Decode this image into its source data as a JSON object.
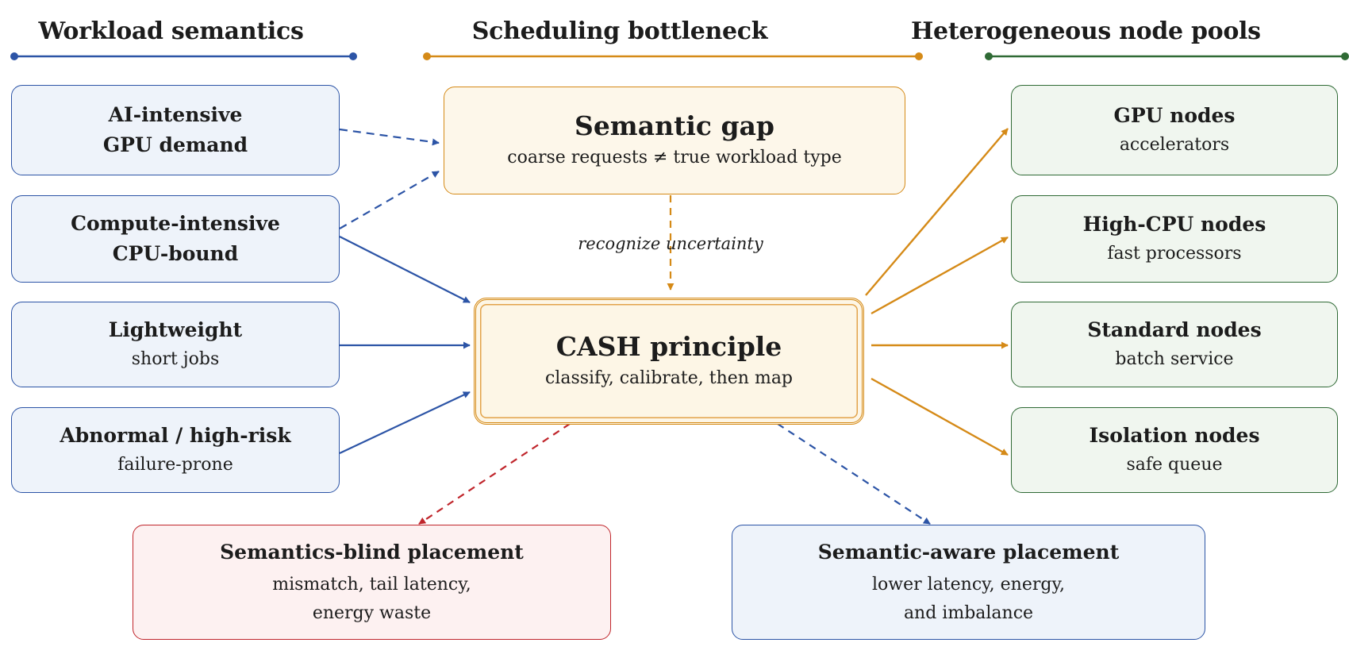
{
  "headings": {
    "left": "Workload semantics",
    "center": "Scheduling bottleneck",
    "right": "Heterogeneous node pools"
  },
  "workloads": [
    {
      "title": "AI-intensive",
      "subtitle": "GPU demand",
      "subtitle_bold": true
    },
    {
      "title": "Compute-intensive",
      "subtitle": "CPU-bound",
      "subtitle_bold": true
    },
    {
      "title": "Lightweight",
      "subtitle": "short jobs",
      "subtitle_bold": false
    },
    {
      "title": "Abnormal / high-risk",
      "subtitle": "failure-prone",
      "subtitle_bold": false
    }
  ],
  "gap": {
    "title": "Semantic gap",
    "subtitle": "coarse requests ≠ true workload type"
  },
  "uncertainty_label": "recognize uncertainty",
  "cash": {
    "title": "CASH principle",
    "subtitle": "classify, calibrate, then map"
  },
  "nodes": [
    {
      "title": "GPU nodes",
      "subtitle": "accelerators"
    },
    {
      "title": "High-CPU nodes",
      "subtitle": "fast processors"
    },
    {
      "title": "Standard nodes",
      "subtitle": "batch service"
    },
    {
      "title": "Isolation nodes",
      "subtitle": "safe queue"
    }
  ],
  "blind": {
    "title": "Semantics-blind placement",
    "line1": "mismatch, tail latency,",
    "line2": "energy waste"
  },
  "aware": {
    "title": "Semantic-aware placement",
    "line1": "lower latency, energy,",
    "line2": "and imbalance"
  },
  "colors": {
    "blue": "#2c54a6",
    "orange": "#d58a17",
    "green": "#2f6a35",
    "red": "#c0262c"
  }
}
